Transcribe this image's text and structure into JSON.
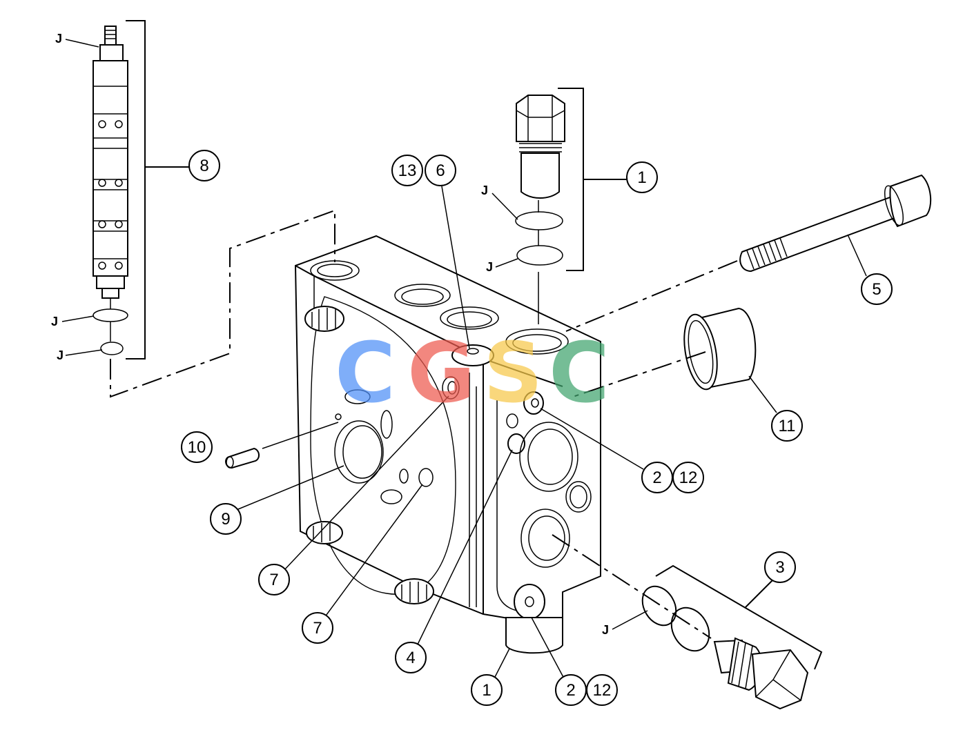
{
  "callouts": {
    "c1_top": "1",
    "c2_a": "2",
    "c12_a": "12",
    "c3": "3",
    "c4": "4",
    "c5": "5",
    "c13": "13",
    "c6": "6",
    "c7_a": "7",
    "c7_b": "7",
    "c8": "8",
    "c9": "9",
    "c10": "10",
    "c11": "11",
    "c1_bottom": "1",
    "c2_b": "2",
    "c12_b": "12"
  },
  "j_labels": {
    "j1": "J",
    "j2": "J",
    "j3": "J",
    "j4": "J",
    "j5": "J",
    "j6": "J",
    "j7": "J"
  },
  "watermark": {
    "c1": "C",
    "g": "G",
    "s": "S",
    "c2": "C",
    "colors": {
      "blue": "#4f8ff7",
      "red": "#ee5a4f",
      "yellow": "#f7c94a",
      "green": "#41a46e"
    }
  }
}
